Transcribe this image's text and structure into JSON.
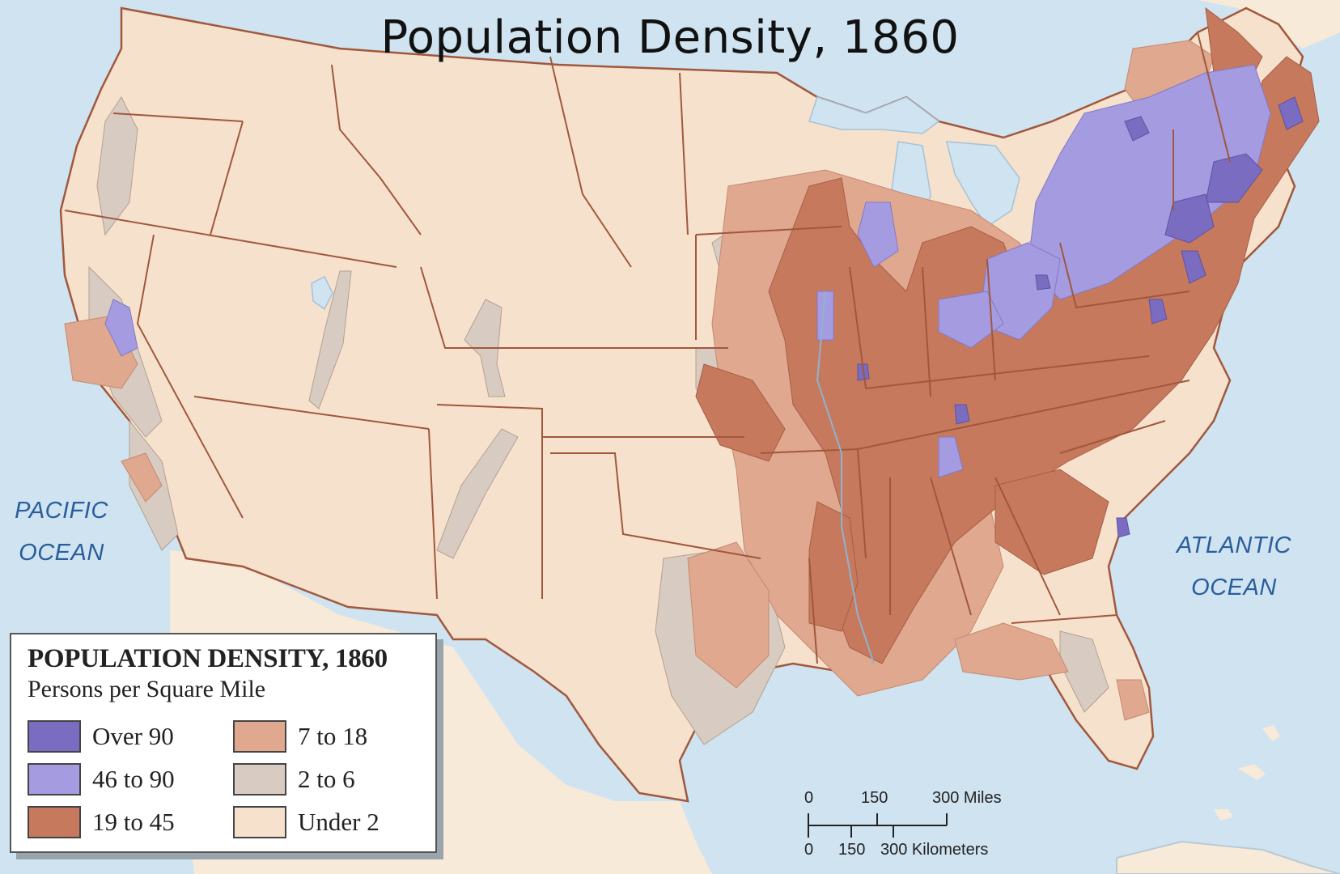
{
  "title": "Population Density, 1860",
  "oceans": {
    "pacific": [
      "PACIFIC",
      "OCEAN"
    ],
    "atlantic": [
      "ATLANTIC",
      "OCEAN"
    ]
  },
  "legend": {
    "title": "POPULATION DENSITY, 1860",
    "subtitle": "Persons per Square Mile",
    "items": [
      {
        "label": "Over 90",
        "color": "#7a6cc0"
      },
      {
        "label": "7 to 18",
        "color": "#dfa88f"
      },
      {
        "label": "46 to 90",
        "color": "#a59be0"
      },
      {
        "label": "2 to 6",
        "color": "#d8ccc2"
      },
      {
        "label": "19 to 45",
        "color": "#c7795d"
      },
      {
        "label": "Under 2",
        "color": "#f6e1cd"
      }
    ]
  },
  "scale": {
    "miles": {
      "labels": [
        "0",
        "150",
        "300 Miles"
      ]
    },
    "kilometers": {
      "labels": [
        "0",
        "150",
        "300 Kilometers"
      ]
    }
  },
  "colors": {
    "water": "#cfe3f1",
    "land_outside": "#f8ead8",
    "border": "#a0583d"
  }
}
